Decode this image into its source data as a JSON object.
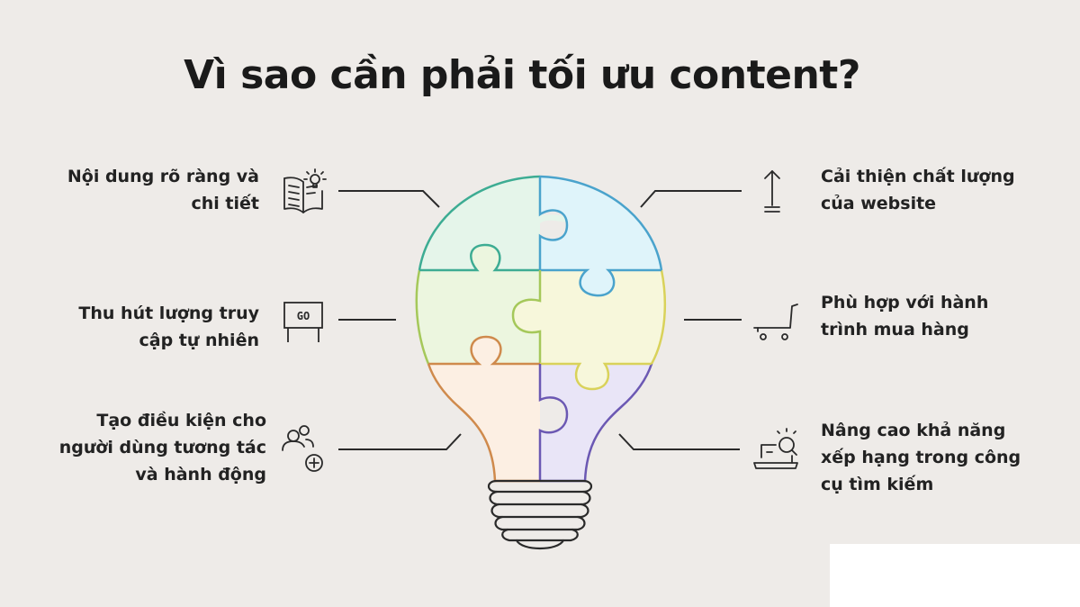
{
  "title": "Vì sao cần phải tối ưu content?",
  "left_items": [
    {
      "lines": [
        "Nội dung rõ ràng và",
        "chi tiết"
      ],
      "icon": "book-lightbulb-icon"
    },
    {
      "lines": [
        "Thu hút lượng truy",
        "cập tự  nhiên"
      ],
      "icon": "go-sign-icon"
    },
    {
      "lines": [
        "Tạo điều kiện cho",
        "người dùng tương tác",
        "và hành động"
      ],
      "icon": "users-add-icon"
    }
  ],
  "right_items": [
    {
      "lines": [
        "Cải thiện chất lượng",
        "của website"
      ],
      "icon": "arrow-up-icon"
    },
    {
      "lines": [
        "Phù hợp với hành",
        "trình  mua hàng"
      ],
      "icon": "shopping-cart-icon"
    },
    {
      "lines": [
        "Nâng cao khả năng",
        "xếp hạng trong công",
        "cụ tìm kiếm"
      ],
      "icon": "laptop-search-icon"
    }
  ],
  "icon_text": {
    "go_sign": "GO"
  },
  "colors": {
    "background": "#eeebe8",
    "piece_top_left": "#e5f5ea",
    "piece_top_right": "#dff4fa",
    "piece_mid_left": "#ecf6df",
    "piece_mid_right": "#f7f7db",
    "piece_bottom_left": "#fcefe3",
    "piece_bottom_right": "#e9e5f7",
    "stroke_teal": "#3dac93",
    "stroke_blue": "#4aa3cc",
    "stroke_green": "#a5c85a",
    "stroke_yellow": "#d9d25a",
    "stroke_orange": "#cf8a4c",
    "stroke_purple": "#6b58b3"
  }
}
